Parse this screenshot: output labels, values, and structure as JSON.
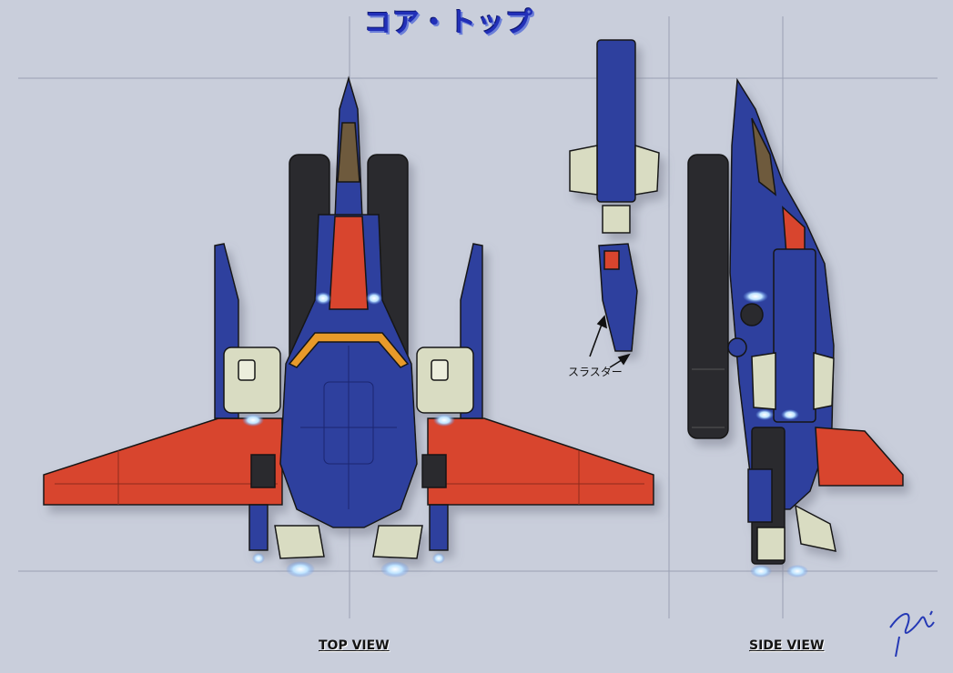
{
  "title": "コア・トップ",
  "views": {
    "top_label": "TOP VIEW",
    "side_label": "SIDE VIEW"
  },
  "annotation": {
    "thruster_label": "スラスター"
  },
  "colors": {
    "background": "#c9cedb",
    "hull_blue": "#2d3f9e",
    "hull_red": "#d8452f",
    "booster_black": "#2a2a2e",
    "pod_cream": "#d9dcc2",
    "accent_orange": "#e89a2c",
    "thruster_glow": "#bfe4ff",
    "title_blue": "#2230b8"
  },
  "icons": [
    "signature-mark",
    "thruster-glow-icon",
    "arrow-icon"
  ]
}
